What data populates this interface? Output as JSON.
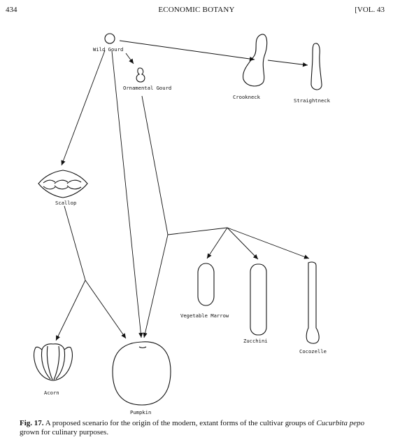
{
  "header": {
    "page_number": "434",
    "journal": "ECONOMIC BOTANY",
    "volume": "[VOL. 43"
  },
  "figure": {
    "labels": {
      "wild_gourd": "Wild Gourd",
      "ornamental_gourd": "Ornamental Gourd",
      "crookneck": "Crookneck",
      "straightneck": "Straightneck",
      "scallop": "Scallop",
      "vegetable_marrow": "Vegetable Marrow",
      "zucchini": "Zucchini",
      "cocozelle": "Cocozelle",
      "acorn": "Acorn",
      "pumpkin": "Pumpkin"
    }
  },
  "caption": {
    "fig_label": "Fig. 17.",
    "text_before_species": "A proposed scenario for the origin of the modern, extant forms of the cultivar groups of",
    "species": "Cucurbita pepo",
    "text_after_species": "grown for culinary purposes."
  }
}
